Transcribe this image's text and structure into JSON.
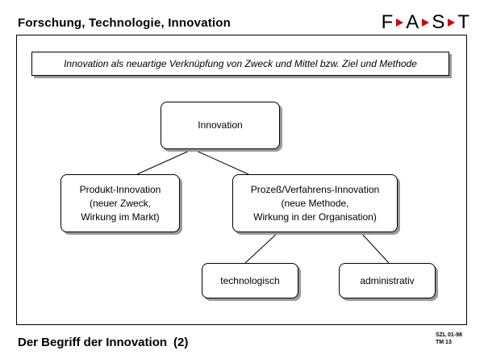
{
  "header": {
    "title": "Forschung, Technologie, Innovation",
    "logo_letters": [
      "F",
      "A",
      "S",
      "T"
    ],
    "logo_arrow_color": "#d40000"
  },
  "banner": {
    "text": "Innovation als neuartige Verknüpfung von Zweck und Mittel bzw. Ziel und Methode"
  },
  "diagram": {
    "root": {
      "lines": [
        "Innovation"
      ]
    },
    "produkt": {
      "lines": [
        "Produkt-Innovation",
        "(neuer Zweck,",
        "Wirkung im Markt)"
      ]
    },
    "prozess": {
      "lines": [
        "Prozeß/Verfahrens-Innovation",
        "(neue Methode,",
        "Wirkung in der Organisation)"
      ]
    },
    "technologisch": {
      "lines": [
        "technologisch"
      ]
    },
    "administrativ": {
      "lines": [
        "administrativ"
      ]
    }
  },
  "footer": {
    "title": "Der Begriff der Innovation",
    "number": "(2)",
    "code_line1": "SZL 01-98",
    "code_line2": "TM 13"
  }
}
